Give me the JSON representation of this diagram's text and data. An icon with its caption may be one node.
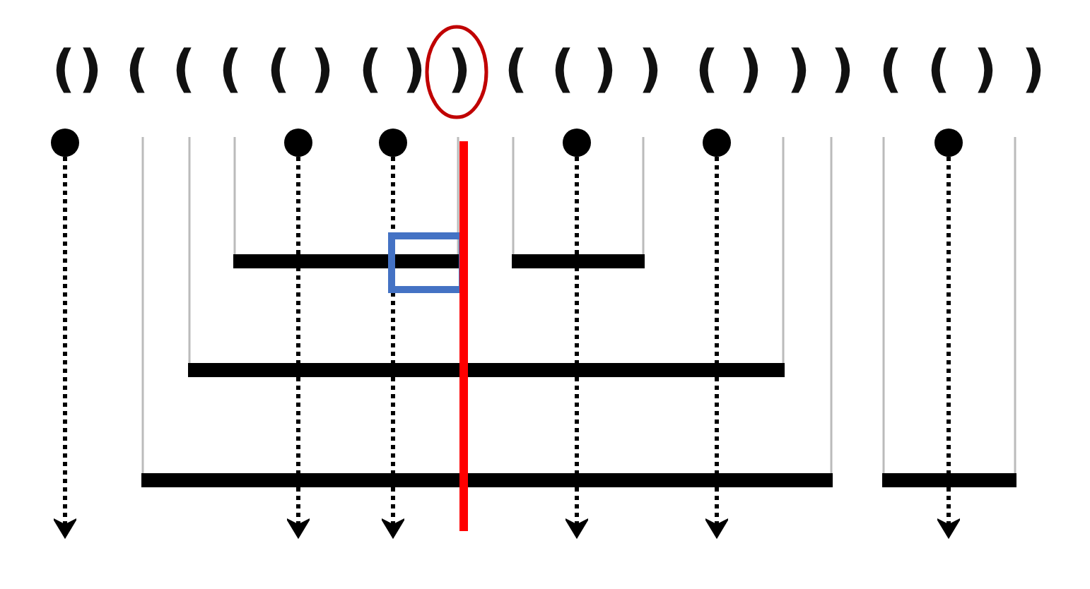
{
  "diagram": {
    "nodes": [
      {
        "text": [],
        "shape": "circle"
      },
      {
        "text": [],
        "shape": "circle"
      },
      {
        "text": [],
        "shape": "circle"
      },
      {
        "text": [],
        "shape": "circle"
      },
      {
        "text": [],
        "shape": "circle"
      },
      {
        "text": [],
        "shape": "circle"
      }
    ],
    "edges": [
      {
        "from": 0,
        "to": null,
        "arrow": "to",
        "style": "dashed"
      },
      {
        "from": 1,
        "to": null,
        "arrow": "to",
        "style": "dashed"
      },
      {
        "from": 2,
        "to": null,
        "arrow": "to",
        "style": "dashed"
      },
      {
        "from": 3,
        "to": null,
        "arrow": "to",
        "style": "dashed"
      },
      {
        "from": 4,
        "to": null,
        "arrow": "to",
        "style": "dashed"
      },
      {
        "from": 5,
        "to": null,
        "arrow": "to",
        "style": "dashed"
      }
    ],
    "labels": [
      "(",
      ")",
      "(",
      "(",
      "(",
      "(",
      ")",
      "(",
      ")",
      ")",
      "(",
      "(",
      ")",
      ")",
      "(",
      ")",
      ")",
      ")",
      "(",
      "(",
      ")",
      ")"
    ]
  }
}
